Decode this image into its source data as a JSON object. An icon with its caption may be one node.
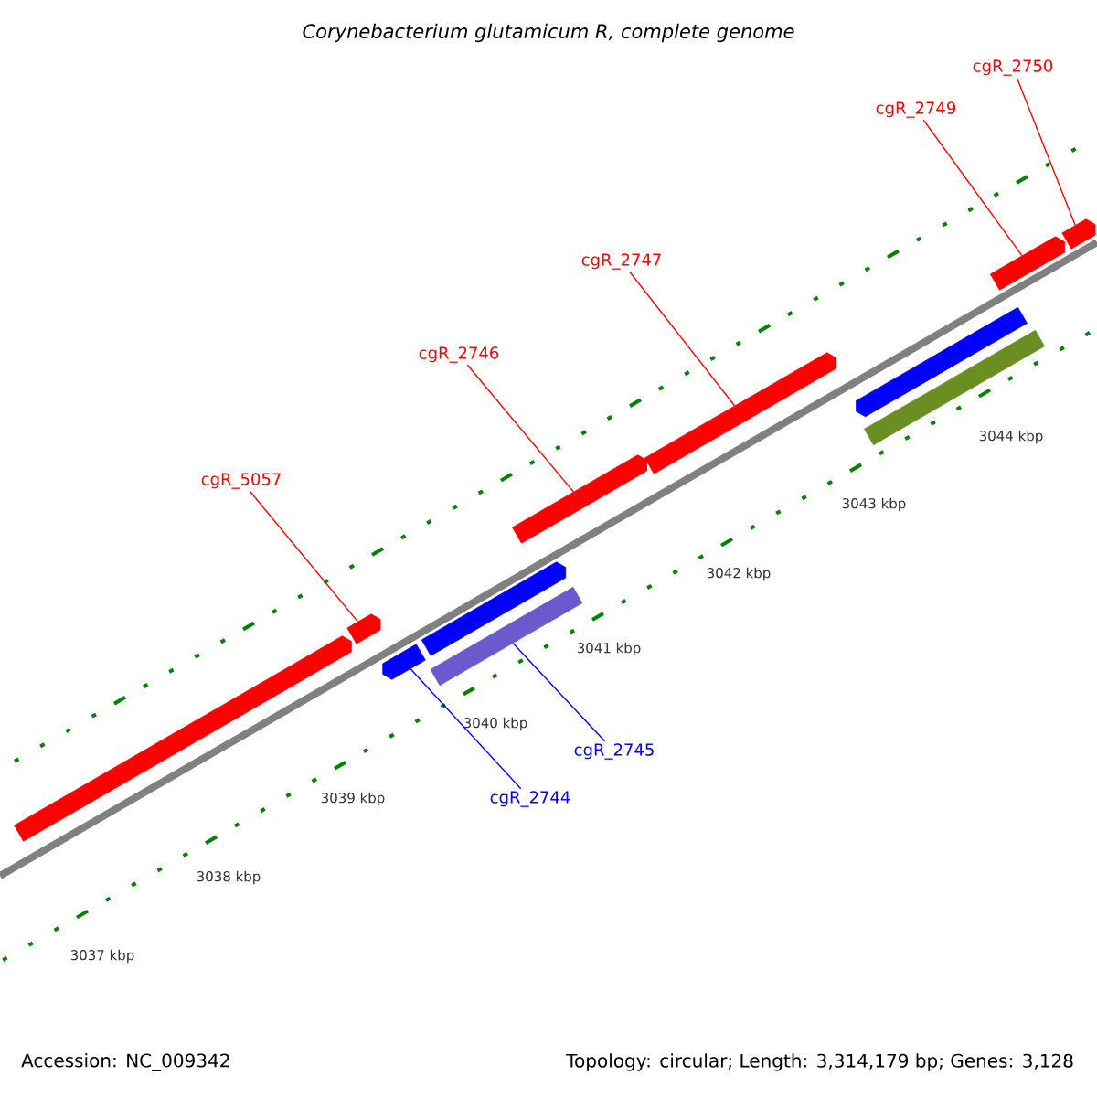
{
  "diagram": {
    "title": "Corynebacterium glutamicum R, complete genome",
    "nodes": [
      {
        "text": [
          "cgR_2750"
        ]
      },
      {
        "text": [
          "cgR_2749"
        ]
      },
      {
        "text": [
          "cgR_2747"
        ]
      },
      {
        "text": [
          "cgR_2746"
        ]
      },
      {
        "text": [
          "cgR_5057"
        ]
      },
      {
        "text": [
          "cgR_2745"
        ]
      },
      {
        "text": [
          "cgR_2744"
        ]
      },
      {
        "text": [],
        "shape": "bar"
      },
      {
        "text": [],
        "shape": "bar"
      },
      {
        "text": [],
        "shape": "bar"
      },
      {
        "text": [],
        "shape": "bar"
      },
      {
        "text": [],
        "shape": "bar"
      },
      {
        "text": [],
        "shape": "bar"
      },
      {
        "text": [],
        "shape": "bar"
      },
      {
        "text": [],
        "shape": "bar"
      },
      {
        "text": [],
        "shape": "bar"
      },
      {
        "text": [],
        "shape": "bar"
      },
      {
        "text": [],
        "shape": "bar"
      }
    ],
    "edges": [
      {
        "from": 0,
        "to": 17,
        "arrow": "none"
      },
      {
        "from": 1,
        "to": 16,
        "arrow": "none"
      },
      {
        "from": 2,
        "to": 13,
        "arrow": "none"
      },
      {
        "from": 3,
        "to": 12,
        "arrow": "none"
      },
      {
        "from": 4,
        "to": 8,
        "arrow": "none"
      },
      {
        "from": 5,
        "to": 11,
        "arrow": "none",
        "color": "#0000ff"
      },
      {
        "from": 6,
        "to": 9,
        "arrow": "none",
        "color": "#0000ff"
      }
    ],
    "labels": [
      "3044 kbp",
      "3043 kbp",
      "3042 kbp",
      "3041 kbp",
      "3040 kbp",
      "3039 kbp",
      "3038 kbp",
      "3037 kbp",
      "Accession: NC_009342",
      "Topology: circular; Length: 3,314,179 bp; Genes: 3,128"
    ]
  }
}
